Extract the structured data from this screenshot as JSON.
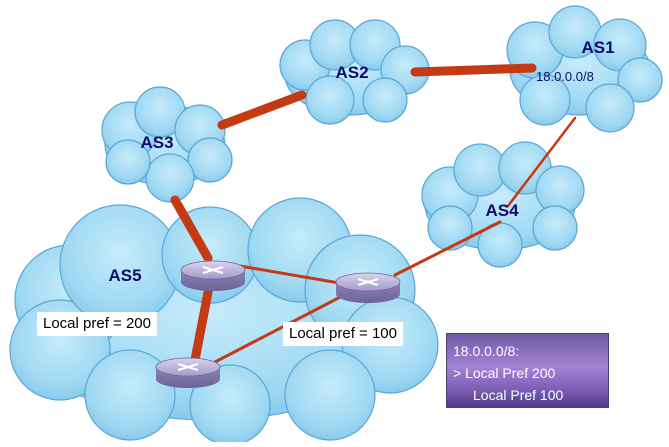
{
  "nodes": {
    "as1": "AS1",
    "as2": "AS2",
    "as3": "AS3",
    "as4": "AS4",
    "as5": "AS5"
  },
  "prefix_label": "18.0.0.0/8",
  "local_pref_left": "Local pref = 200",
  "local_pref_right": "Local pref = 100",
  "route_table": {
    "header": "18.0.0.0/8:",
    "best": "> Local Pref 200",
    "alternate": "Local Pref 100"
  },
  "colors": {
    "cloud_fill": "#9fd8f2",
    "cloud_stroke": "#5aa6d6",
    "link_color": "#c43a12",
    "router_fill": "#a49bc6",
    "label_color": "#0b0b6e",
    "route_box_bg": "#8a6fc4"
  }
}
